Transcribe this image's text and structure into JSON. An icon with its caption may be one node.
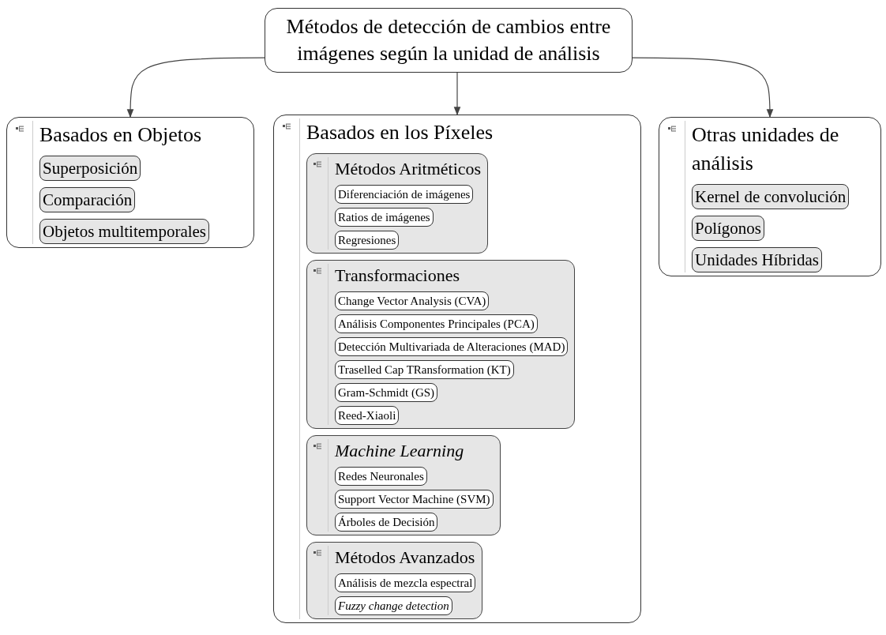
{
  "diagram": {
    "nodes": [
      {
        "text": [
          "Métodos de detección de cambios entre imágenes según la unidad de análisis"
        ]
      },
      {
        "text": [
          "Basados en Objetos"
        ]
      },
      {
        "text": [
          "Superposición"
        ],
        "in": 1
      },
      {
        "text": [
          "Comparación"
        ],
        "in": 1
      },
      {
        "text": [
          "Objetos multitemporales"
        ],
        "in": 1
      },
      {
        "text": [
          "Basados en los Píxeles"
        ]
      },
      {
        "text": [
          "Métodos Aritméticos"
        ],
        "in": 5
      },
      {
        "text": [
          "Diferenciación de imágenes"
        ],
        "in": 6
      },
      {
        "text": [
          "Ratios de imágenes"
        ],
        "in": 6
      },
      {
        "text": [
          "Regresiones"
        ],
        "in": 6
      },
      {
        "text": [
          "Transformaciones"
        ],
        "in": 5
      },
      {
        "text": [
          "Change Vector Analysis (CVA)"
        ],
        "in": 10
      },
      {
        "text": [
          "Análisis Componentes Principales (PCA)"
        ],
        "in": 10
      },
      {
        "text": [
          "Detección Multivariada de Alteraciones (MAD)"
        ],
        "in": 10
      },
      {
        "text": [
          "Traselled Cap TRansformation (KT)"
        ],
        "in": 10
      },
      {
        "text": [
          "Gram-Schmidt (GS)"
        ],
        "in": 10
      },
      {
        "text": [
          "Reed-Xiaoli"
        ],
        "in": 10
      },
      {
        "text": [
          "Machine Learning"
        ],
        "in": 5
      },
      {
        "text": [
          "Redes Neuronales"
        ],
        "in": 17
      },
      {
        "text": [
          "Support Vector Machine (SVM)"
        ],
        "in": 17
      },
      {
        "text": [
          "Árboles de Decisión"
        ],
        "in": 17
      },
      {
        "text": [
          "Métodos Avanzados"
        ],
        "in": 5
      },
      {
        "text": [
          "Análisis de mezcla espectral"
        ],
        "in": 21
      },
      {
        "text": [
          "Fuzzy change detection"
        ],
        "in": 21
      },
      {
        "text": [
          "Otras unidades de análisis"
        ]
      },
      {
        "text": [
          "Kernel de convolución"
        ],
        "in": 24
      },
      {
        "text": [
          "Polígonos"
        ],
        "in": 24
      },
      {
        "text": [
          "Unidades Híbridas"
        ],
        "in": 24
      }
    ],
    "edges": [
      {
        "from": 0,
        "to": 1,
        "arrow": "to"
      },
      {
        "from": 0,
        "to": 5,
        "arrow": "to"
      },
      {
        "from": 0,
        "to": 24,
        "arrow": "to"
      }
    ]
  }
}
